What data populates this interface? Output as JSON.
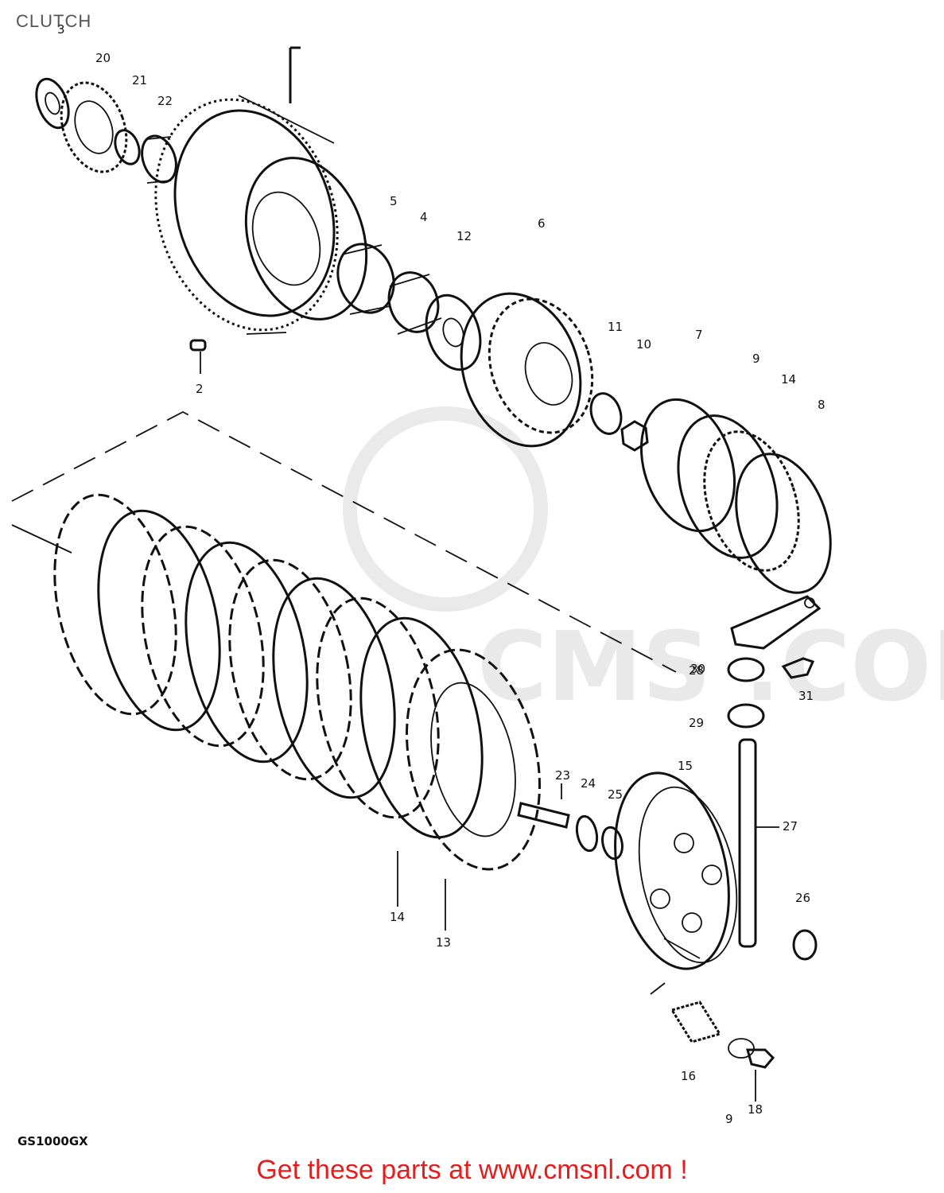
{
  "title": "CLUTCH",
  "model_code": "GS1000GX",
  "footer_text": "Get these parts at www.cmsnl.com !",
  "colors": {
    "footer": "#e41d1d",
    "line": "#111111",
    "watermark": "#d8d8d8"
  },
  "watermark_text": "CMS .COM",
  "part_labels": [
    "3",
    "20",
    "21",
    "22",
    "5",
    "4",
    "12",
    "6",
    "11",
    "10",
    "7",
    "9",
    "14",
    "8",
    "2",
    "30",
    "28",
    "31",
    "29",
    "15",
    "23",
    "24",
    "25",
    "27",
    "26",
    "14",
    "13",
    "16",
    "18",
    "9"
  ]
}
